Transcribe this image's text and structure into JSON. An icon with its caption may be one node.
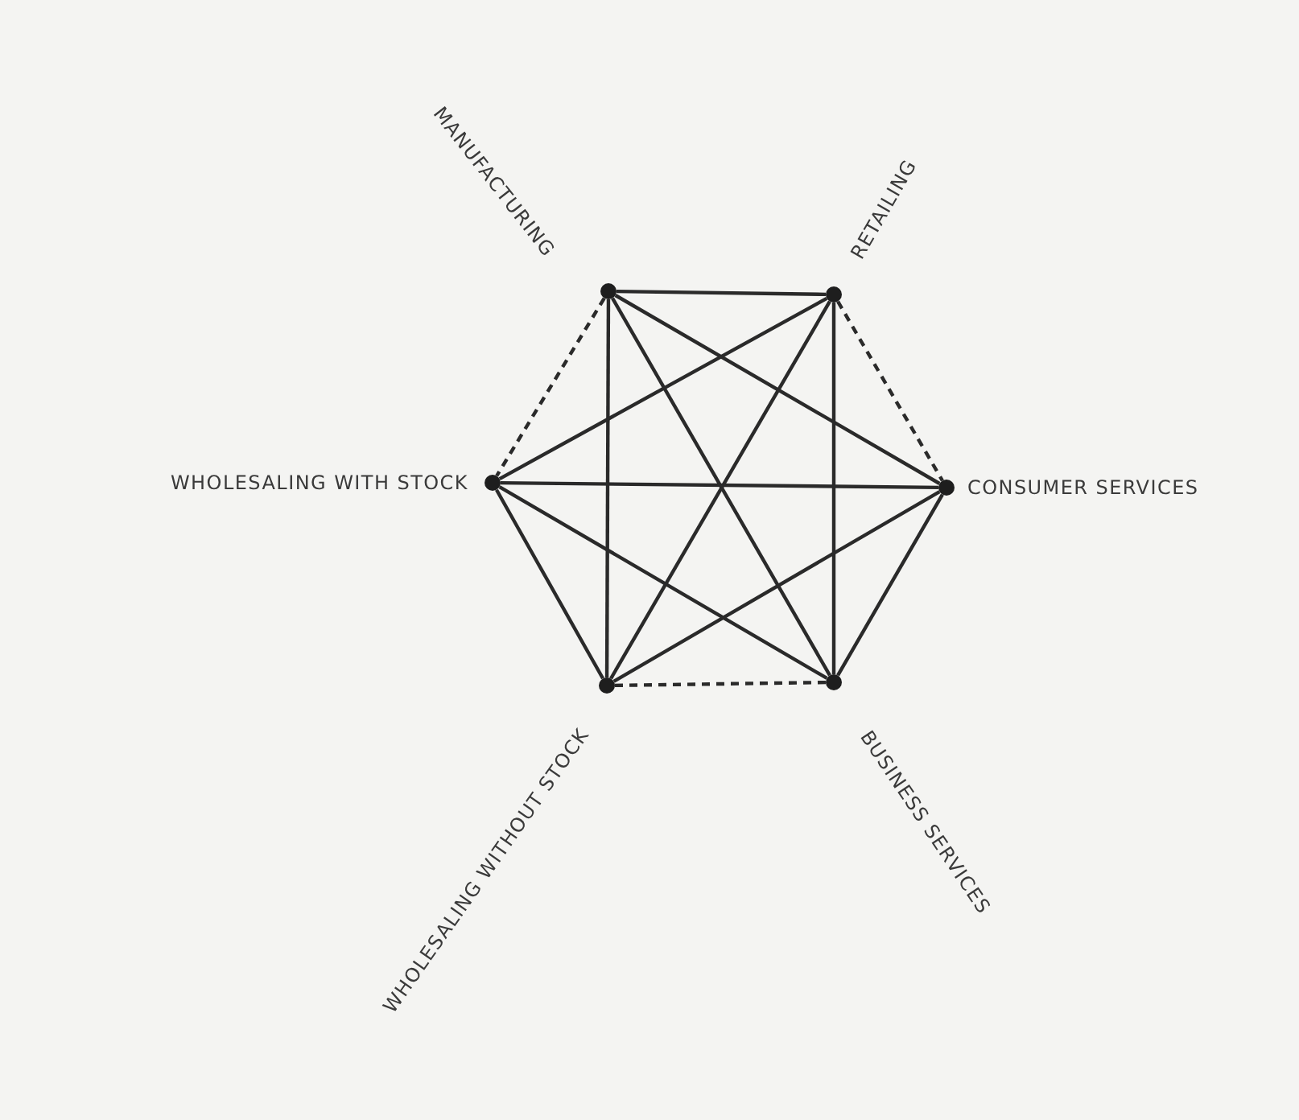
{
  "diagram": {
    "nodes": [
      {
        "text": [],
        "shape": "circle",
        "beside": [
          "MANUFACTURING"
        ]
      },
      {
        "text": [],
        "shape": "circle",
        "beside": [
          "RETAILING"
        ]
      },
      {
        "text": [],
        "shape": "circle",
        "beside": [
          "WHOLESALING WITH STOCK"
        ]
      },
      {
        "text": [],
        "shape": "circle",
        "beside": [
          "CONSUMER SERVICES"
        ]
      },
      {
        "text": [],
        "shape": "circle",
        "beside": [
          "WHOLESALING WITHOUT STOCK"
        ]
      },
      {
        "text": [],
        "shape": "circle",
        "beside": [
          "BUSINESS SERVICES"
        ]
      }
    ],
    "edges": [
      {
        "from": 0,
        "to": 1,
        "arrow": "none"
      },
      {
        "from": 0,
        "to": 2,
        "arrow": "none",
        "style": "dashed"
      },
      {
        "from": 0,
        "to": 3,
        "arrow": "none"
      },
      {
        "from": 0,
        "to": 4,
        "arrow": "none"
      },
      {
        "from": 0,
        "to": 5,
        "arrow": "none"
      },
      {
        "from": 1,
        "to": 2,
        "arrow": "none"
      },
      {
        "from": 1,
        "to": 3,
        "arrow": "none",
        "style": "dashed"
      },
      {
        "from": 1,
        "to": 4,
        "arrow": "none"
      },
      {
        "from": 1,
        "to": 5,
        "arrow": "none"
      },
      {
        "from": 2,
        "to": 3,
        "arrow": "none"
      },
      {
        "from": 2,
        "to": 4,
        "arrow": "none"
      },
      {
        "from": 2,
        "to": 5,
        "arrow": "none"
      },
      {
        "from": 3,
        "to": 4,
        "arrow": "none"
      },
      {
        "from": 3,
        "to": 5,
        "arrow": "none"
      },
      {
        "from": 4,
        "to": 5,
        "arrow": "none",
        "style": "dashed"
      }
    ]
  }
}
